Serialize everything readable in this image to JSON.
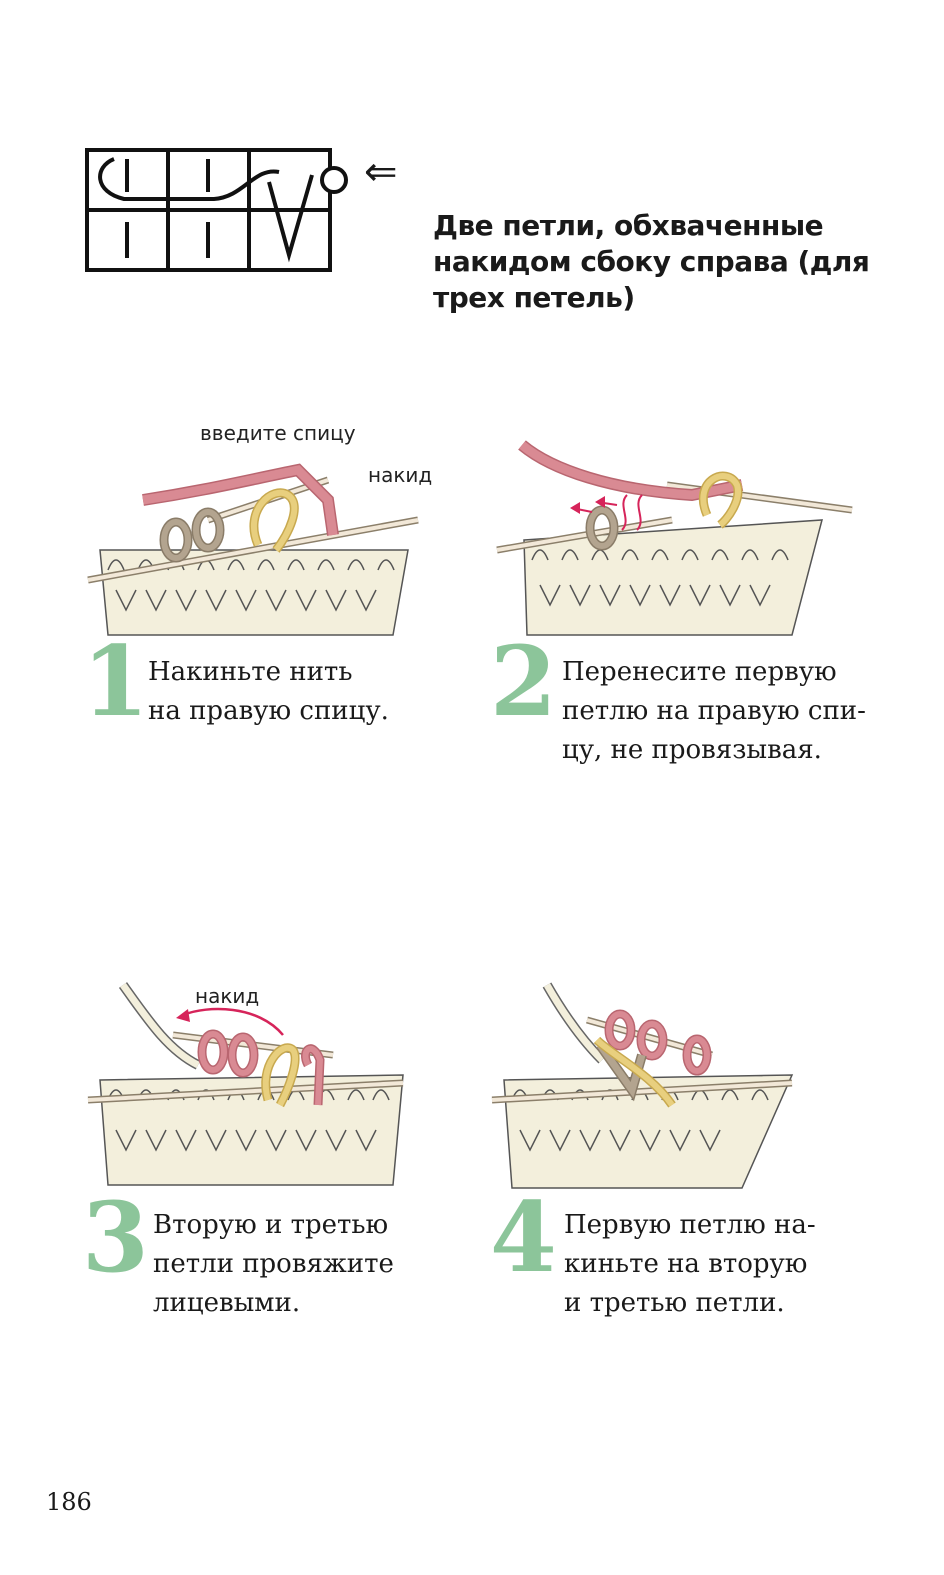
{
  "header": {
    "title": "Две петли, обхваченные накидом сбоку справа (для трех петель)",
    "arrow_glyph": "⇐",
    "chart_symbol": "knitting-chart-symbol"
  },
  "steps": [
    {
      "number": "1",
      "text": "Накиньте нить\nна правую спицу.",
      "labels": [
        "введите спицу",
        "накид"
      ]
    },
    {
      "number": "2",
      "text": "Перенесите первую\nпетлю на правую спи-\nцу, не провязывая.",
      "labels": []
    },
    {
      "number": "3",
      "text": "Вторую и третью\nпетли провяжите\nлицевыми.",
      "labels": [
        "накид"
      ]
    },
    {
      "number": "4",
      "text": "Первую петлю на-\nкиньте на вторую\nи третью петли.",
      "labels": []
    }
  ],
  "footer": {
    "page_number": "186"
  },
  "colors": {
    "step_number": "#8cc59a",
    "yarn_base": "#f3efdc",
    "yarn_outline": "#555555",
    "yarn_pink": "#d98a93",
    "yarn_yellow": "#e8cf7e",
    "yarn_taupe": "#b3a48f",
    "needle": "#f2e8d8",
    "arrow_accent": "#d6245a"
  }
}
